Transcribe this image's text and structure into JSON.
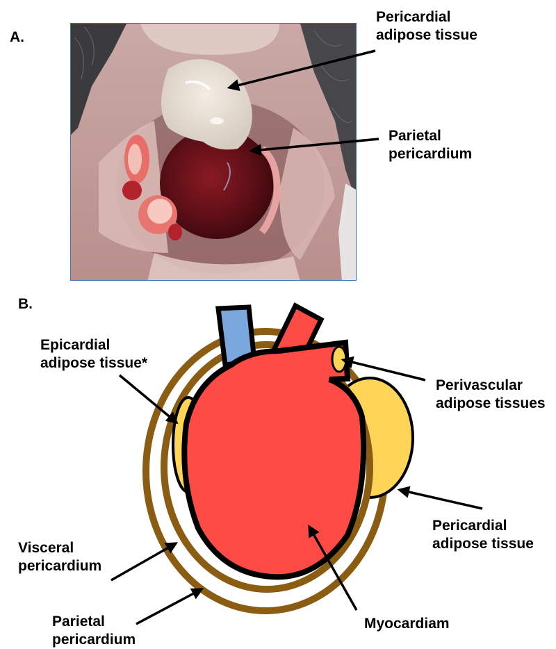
{
  "panel_a": {
    "label": "A.",
    "annotations": {
      "pericardial_adipose": [
        "Pericardial",
        "adipose tissue"
      ],
      "parietal_pericardium": [
        "Parietal",
        "pericardium"
      ]
    }
  },
  "panel_b": {
    "label": "B.",
    "annotations": {
      "epicardial": [
        "Epicardial",
        "adipose tissue*"
      ],
      "perivascular": [
        "Perivascular",
        "adipose tissues"
      ],
      "pericardial": [
        "Pericardial",
        "adipose tissue"
      ],
      "visceral": [
        "Visceral",
        "pericardium"
      ],
      "parietal": [
        "Parietal",
        "pericardium"
      ],
      "myocardium": [
        "Myocardiam"
      ]
    }
  },
  "colors": {
    "myocardium": "#ff4b45",
    "vein": "#7ba8dc",
    "adipose": "#ffd558",
    "pericardium": "#8a5d12",
    "photo_border": "#3d6fb3"
  }
}
